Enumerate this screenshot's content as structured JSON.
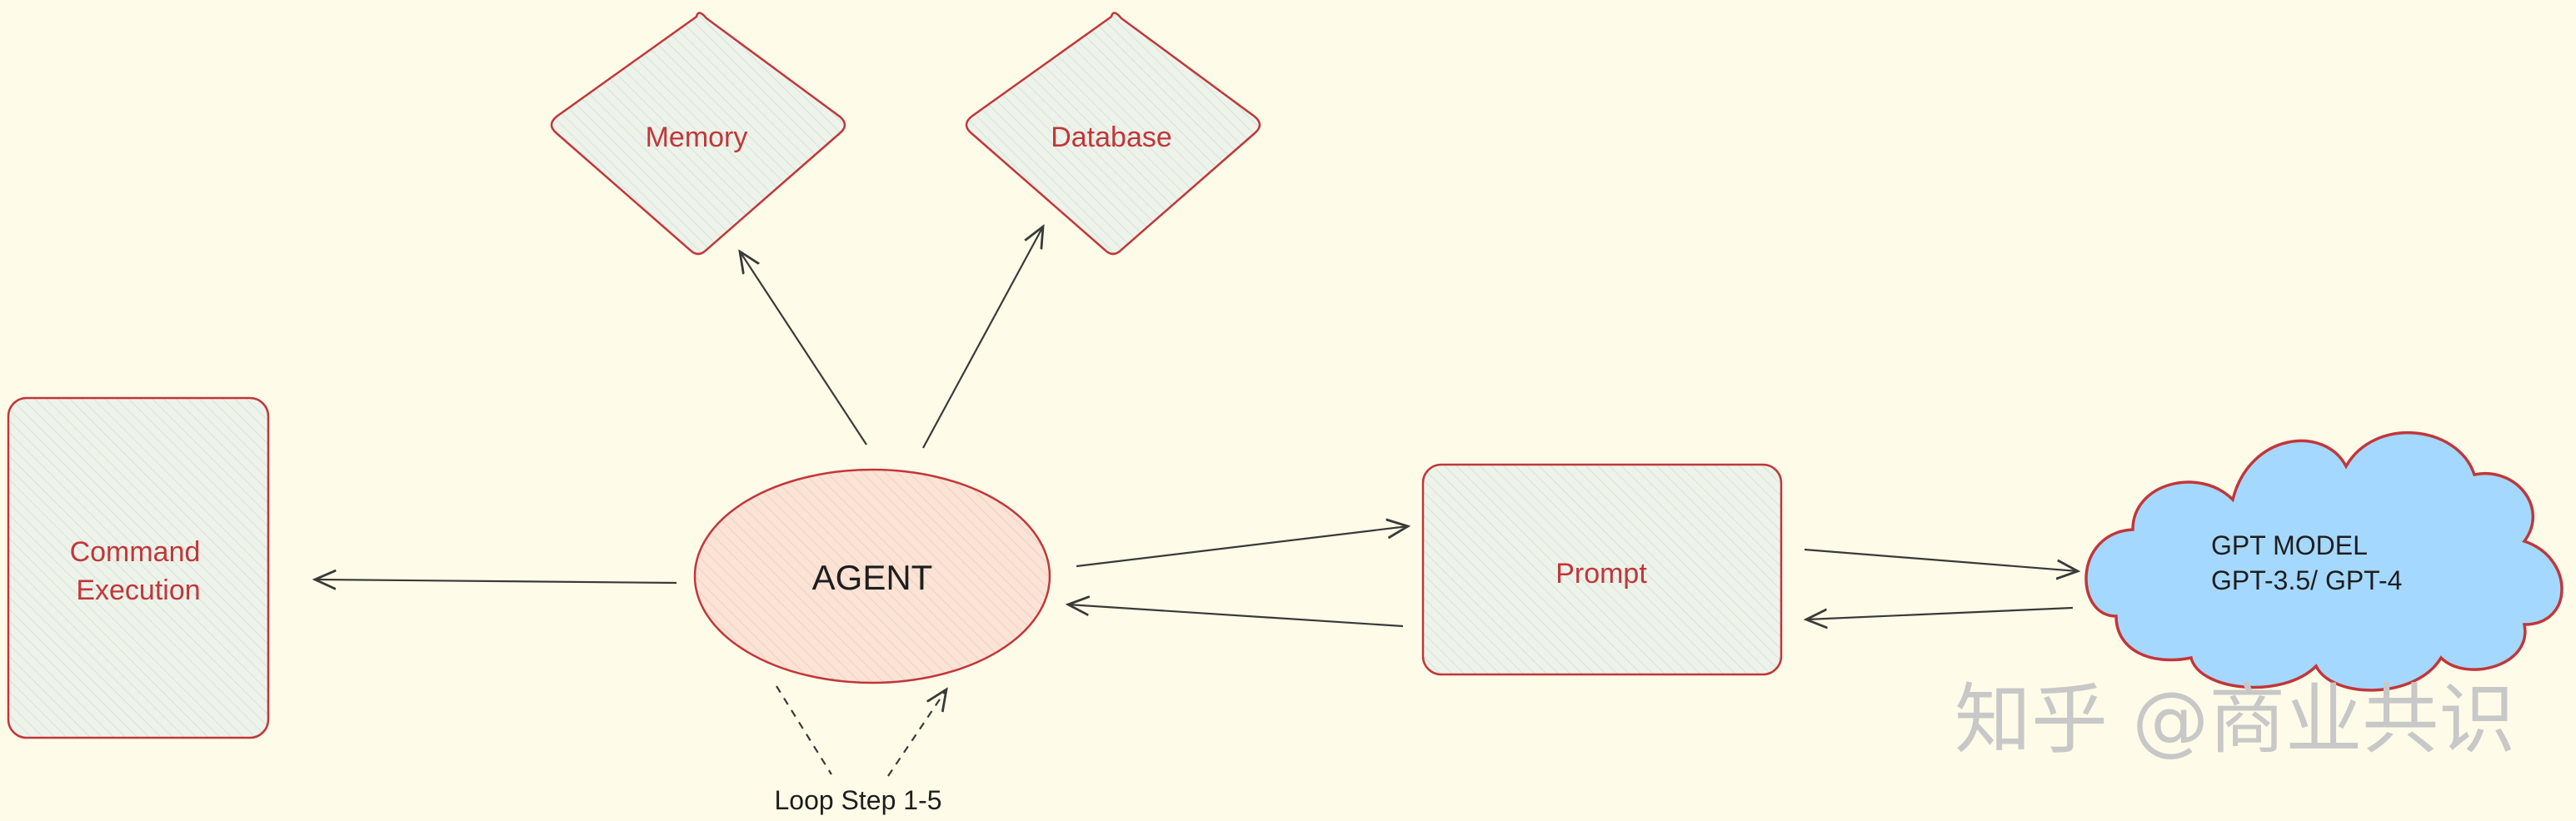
{
  "nodes": {
    "memory": {
      "label": "Memory"
    },
    "database": {
      "label": "Database"
    },
    "command": {
      "line1": "Command",
      "line2": "Execution"
    },
    "agent": {
      "label": "AGENT"
    },
    "prompt": {
      "label": "Prompt"
    },
    "gpt": {
      "line1": "GPT MODEL",
      "line2": "GPT-3.5/ GPT-4"
    }
  },
  "loop": {
    "label": "Loop Step 1-5"
  },
  "watermark": {
    "text": "知乎 @商业共识"
  },
  "colors": {
    "background": "#fefce8",
    "stroke": "#c2363a",
    "greenish_fill": "#edf3ea",
    "agent_fill": "#fbe3d6",
    "cloud_fill": "#a5d8ff",
    "arrow": "#3a3a3a"
  }
}
